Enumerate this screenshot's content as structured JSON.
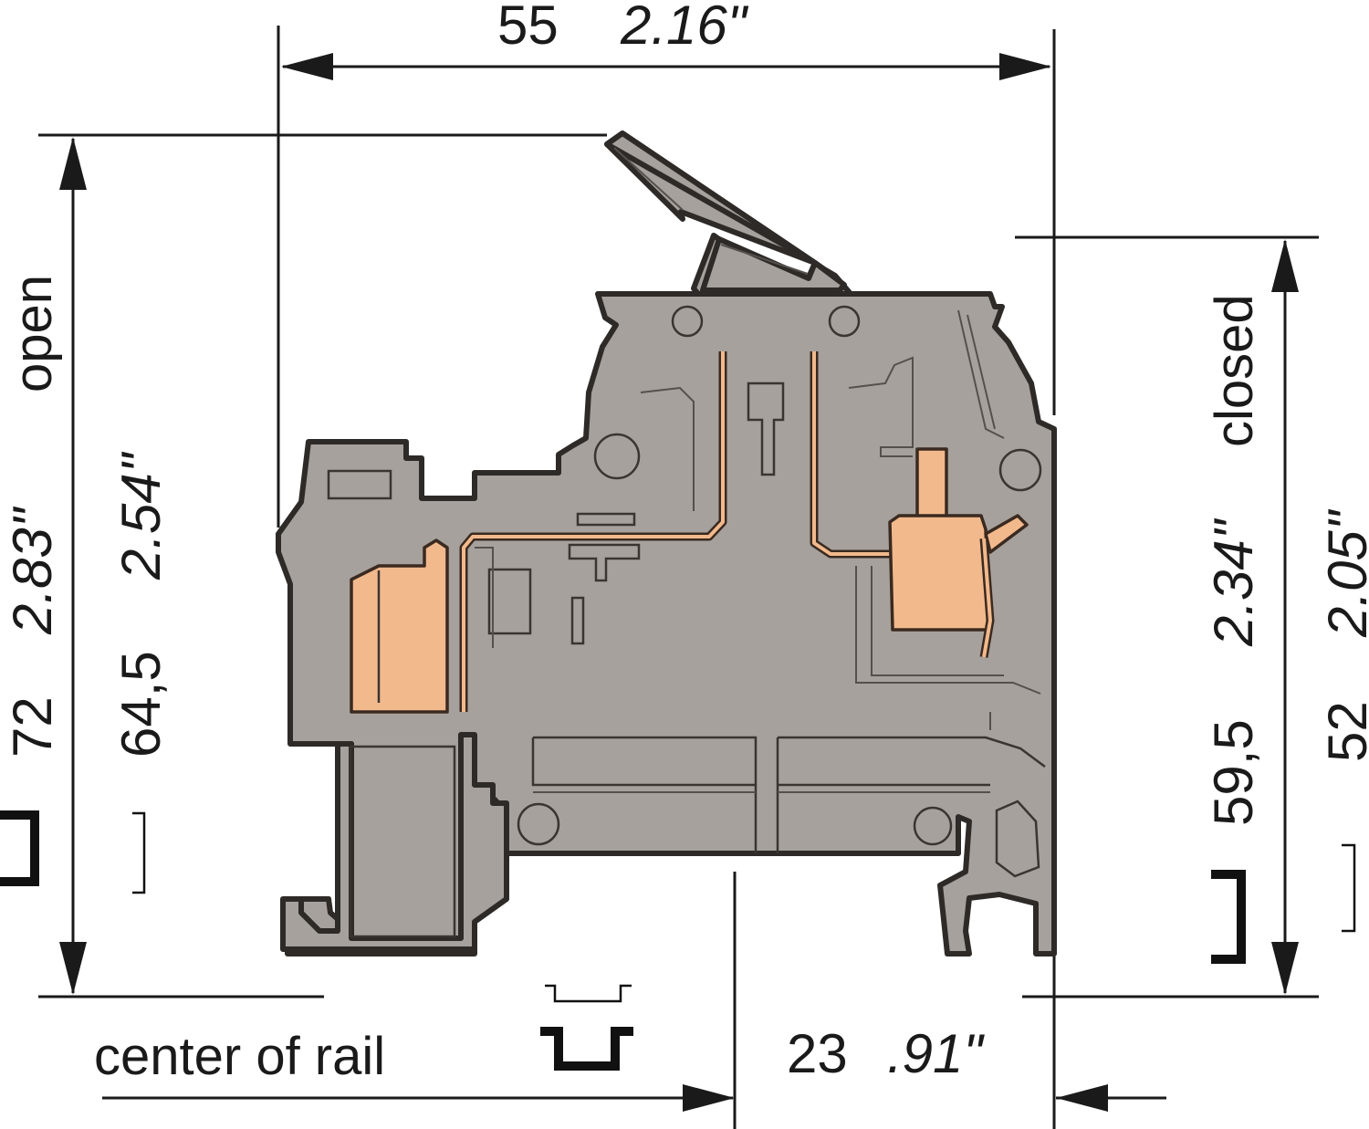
{
  "diagram": {
    "width_dim": {
      "mm": "55",
      "inch": "2.16\""
    },
    "height_open": {
      "label": "open",
      "mm": "72",
      "inch": "2.83\""
    },
    "height_open_rail": {
      "mm": "64,5",
      "inch": "2.54\""
    },
    "height_closed": {
      "label": "closed",
      "mm": "59,5",
      "inch": "2.34\""
    },
    "height_closed_rail": {
      "mm": "52",
      "inch": "2.05\""
    },
    "rail_offset": {
      "mm": "23",
      "inch": ".91\""
    },
    "rail_label": "center of rail",
    "colors": {
      "housing": "#a6a19c",
      "contact": "#f2b98c",
      "outline": "#2e2a27"
    }
  }
}
